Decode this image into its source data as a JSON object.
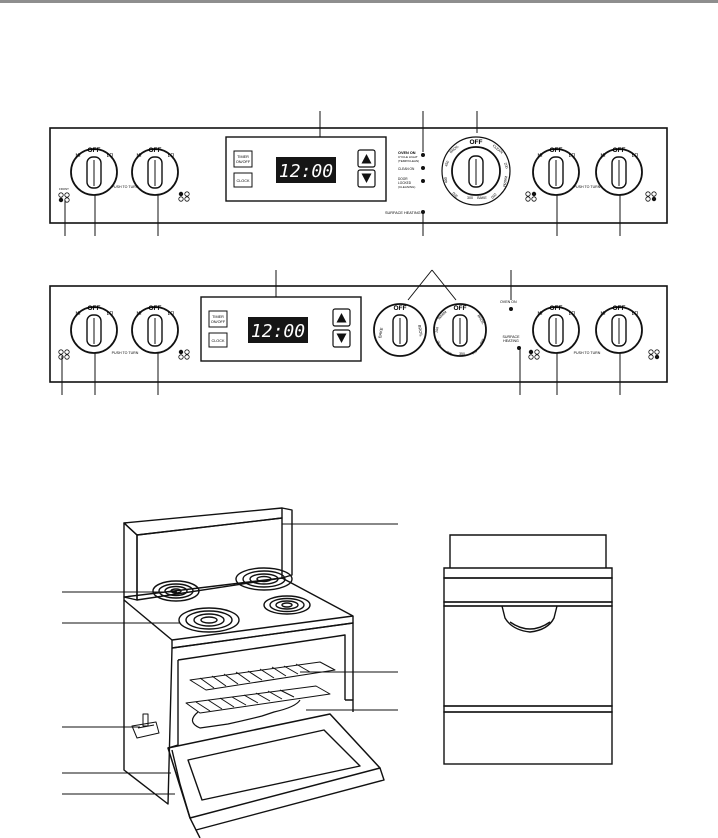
{
  "panel_a": {
    "knob_off": "OFF",
    "knob_hi": "HI",
    "knob_lo": "LO",
    "push_to_turn": "PUSH TO TURN",
    "timer_button": [
      "TIMER",
      "ON/OFF"
    ],
    "clock_button": "CLOCK",
    "display": "12:00",
    "lights": {
      "oven_on": [
        "OVEN ON",
        "CYCLE LIGHT",
        "(TEMP/CLEAN)"
      ],
      "clean_on": [
        "CLEAN ON"
      ],
      "door_locked": [
        "DOOR",
        "LOCKED",
        "(CLEANING)"
      ],
      "surface_heating": "SURFACE HEATING"
    },
    "oven_dial": {
      "off": "OFF",
      "left_ticks": [
        "BROIL",
        "450",
        "400",
        "350",
        "300"
      ],
      "right_ticks": [
        "CLEAN",
        "200",
        "WARM",
        "250"
      ],
      "bottom_ticks": [
        "BAKE"
      ]
    },
    "element_indicator_label": "FRONT"
  },
  "panel_b": {
    "knob_off": "OFF",
    "knob_hi": "HI",
    "knob_lo": "LO",
    "push_to_turn_left": "PUSH TO TURN",
    "push_to_turn_right": "PUSH TO TURN",
    "timer_button": [
      "TIMER",
      "ON/OFF"
    ],
    "clock_button": "CLOCK",
    "display": "12:00",
    "oven_select_ticks": [
      "BAKE",
      "BROIL"
    ],
    "oven_temp_ticks": [
      "WARM",
      "200",
      "250",
      "300",
      "350",
      "400",
      "450",
      "BROIL"
    ],
    "oven_on": "OVEN ON",
    "surface_heating": [
      "SURFACE",
      "HEATING"
    ]
  },
  "colors": {
    "line": "#111111",
    "panel": "#ffffff",
    "lcd_bg": "#161616",
    "lcd_text": "#ffffff",
    "topbar": "#8e8e8e"
  }
}
